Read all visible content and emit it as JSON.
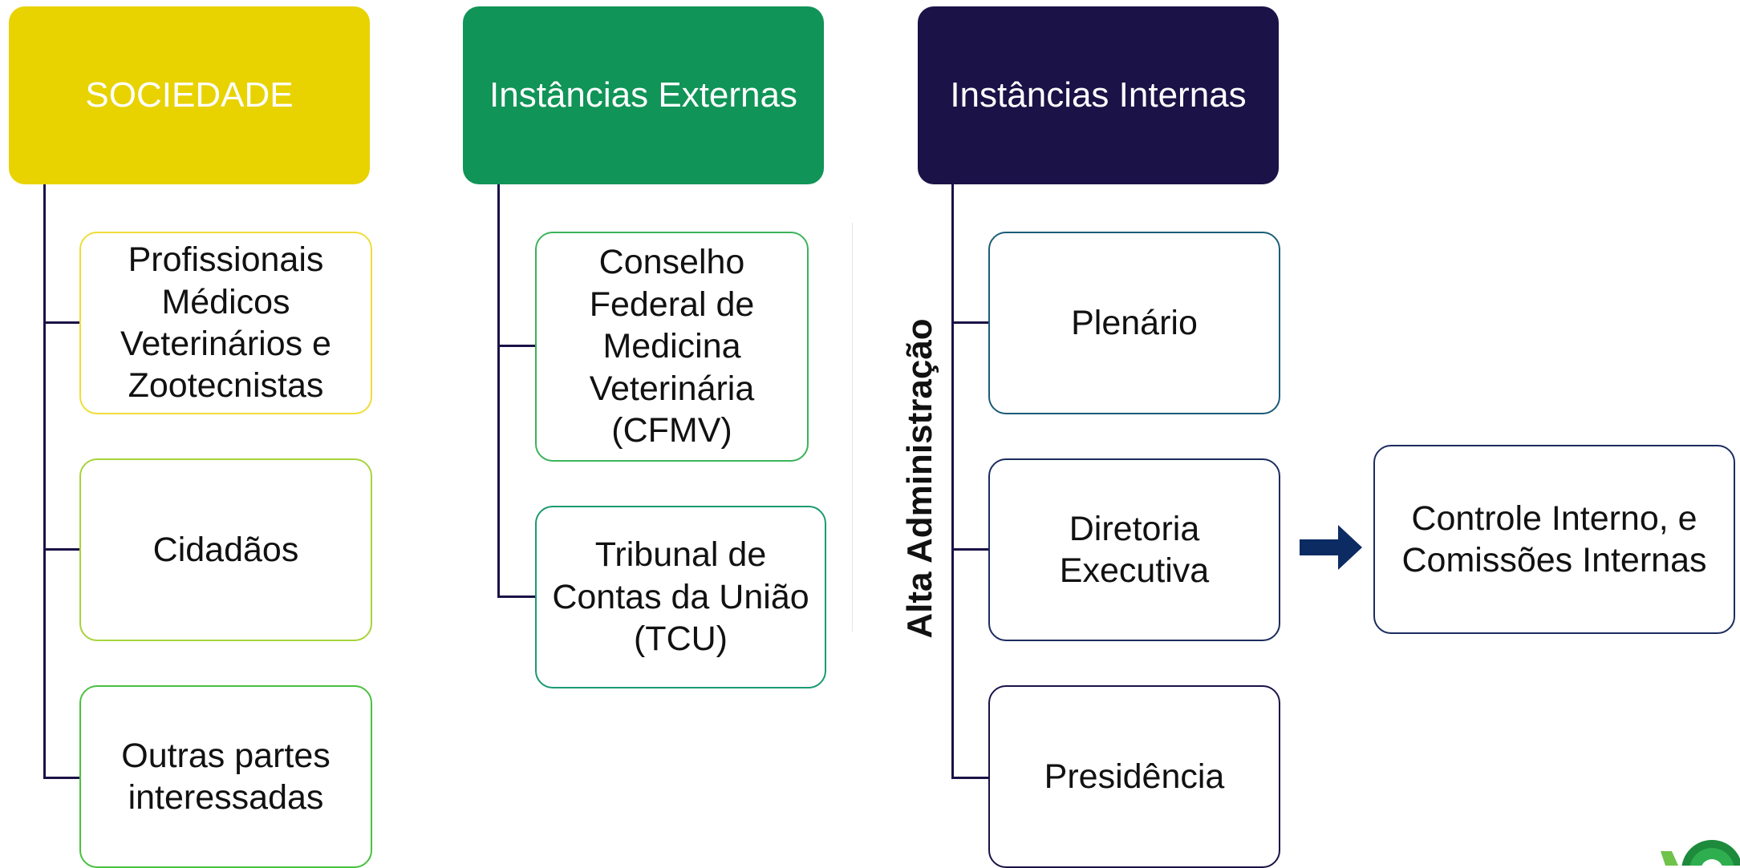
{
  "columns": [
    {
      "header": "SOCIEDADE",
      "header_color": "#e8d200",
      "items": [
        "Profissionais Médicos Veterinários e Zootecnistas",
        "Cidadãos",
        "Outras partes interessadas"
      ]
    },
    {
      "header": "Instâncias Externas",
      "header_color": "#109457",
      "items": [
        "Conselho Federal de Medicina Veterinária (CFMV)",
        "Tribunal de Contas da União (TCU)"
      ]
    },
    {
      "header": "Instâncias Internas",
      "header_color": "#1b1247",
      "group_label": "Alta Administração",
      "items": [
        "Plenário",
        "Diretoria Executiva",
        "Presidência"
      ]
    }
  ],
  "side_box": "Controle Interno, e Comissões Internas",
  "icons": {
    "arrow": "arrow-right-icon",
    "logo": "logo-icon"
  },
  "colors": {
    "navy": "#1b1247",
    "arrow": "#0c2b63",
    "logo_green": "#1e8a3c"
  }
}
